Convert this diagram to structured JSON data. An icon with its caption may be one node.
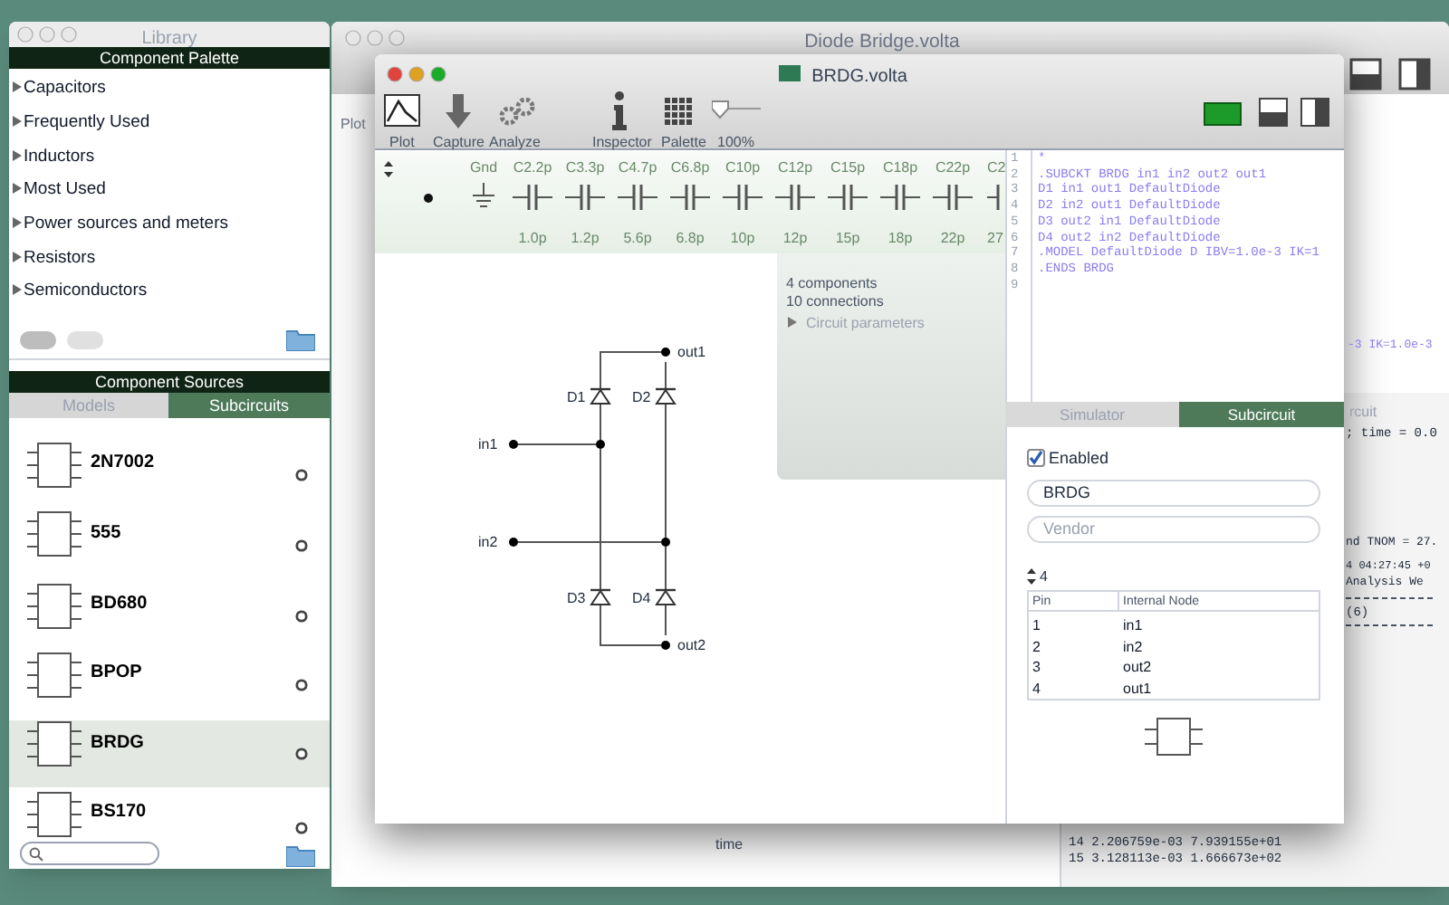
{
  "diagram": {
    "nodes": [
      {
        "text": [
          "in1"
        ]
      },
      {
        "text": [
          "in2"
        ]
      },
      {
        "text": [
          "out1"
        ]
      },
      {
        "text": [
          "out2"
        ]
      },
      {
        "text": [
          "D1"
        ]
      },
      {
        "text": [
          "D2"
        ]
      },
      {
        "text": [
          "D3"
        ]
      },
      {
        "text": [
          "D4"
        ]
      },
      {
        "text": [],
        "shape": "circle"
      },
      {
        "text": [],
        "shape": "circle"
      }
    ],
    "edges": [
      {
        "from": 0,
        "to": 8,
        "arrow": "none"
      },
      {
        "from": 8,
        "to": 4,
        "arrow": "none"
      },
      {
        "from": 8,
        "to": 6,
        "arrow": "none"
      },
      {
        "from": 4,
        "to": 2,
        "arrow": "none"
      },
      {
        "from": 5,
        "to": 2,
        "arrow": "none"
      },
      {
        "from": 1,
        "to": 9,
        "arrow": "none"
      },
      {
        "from": 9,
        "to": 5,
        "arrow": "none"
      },
      {
        "from": 9,
        "to": 7,
        "arrow": "none"
      },
      {
        "from": 6,
        "to": 3,
        "arrow": "none"
      },
      {
        "from": 7,
        "to": 3,
        "arrow": "none"
      }
    ],
    "labels": [
      "Library",
      "Component Palette",
      "Capacitors",
      "Frequently Used",
      "Inductors",
      "Most Used",
      "Power sources and meters",
      "Resistors",
      "Semiconductors",
      "Component Sources",
      "Models",
      "Subcircuits",
      "2N7002",
      "555",
      "BD680",
      "BPOP",
      "BRDG",
      "BS170",
      "Diode Bridge.volta",
      "Plot",
      "BRDG.volta",
      "Plot",
      "Capture",
      "Analyze",
      "Inspector",
      "Palette",
      "100%",
      "Gnd",
      "C2.2p",
      "C3.3p",
      "C4.7p",
      "C6.8p",
      "C10p",
      "C12p",
      "C15p",
      "C18p",
      "C22p",
      "C2",
      "1.0p",
      "1.2p",
      "5.6p",
      "6.8p",
      "10p",
      "12p",
      "15p",
      "18p",
      "22p",
      "27",
      "4 components",
      "10 connections",
      "Circuit parameters",
      "1",
      "2",
      "3",
      "4",
      "5",
      "6",
      "7",
      "8",
      "9",
      "*",
      ".SUBCKT BRDG in1 in2 out2 out1",
      "D1 in1 out1 DefaultDiode",
      "D2 in2 out1 DefaultDiode",
      "D3 out2 in1 DefaultDiode",
      "D4 out2 in2 DefaultDiode",
      ".MODEL DefaultDiode D IBV=1.0e-3 IK=1",
      ".ENDS BRDG",
      "Simulator",
      "Subcircuit",
      "Enabled",
      "BRDG",
      "Vendor",
      "4",
      "Pin",
      "Internal Node",
      "1",
      "in1",
      "2",
      "in2",
      "3",
      "out2",
      "4",
      "out1",
      "-3 IK=1.0e-3",
      "rcuit",
      "; time = 0.0",
      "nd TNOM = 27.",
      "4 04:27:45 +0",
      "Analysis We",
      "(6)",
      "14 2.206759e-03 7.939155e+01",
      "15 3.128113e-03 1.666673e+02",
      "time"
    ]
  }
}
